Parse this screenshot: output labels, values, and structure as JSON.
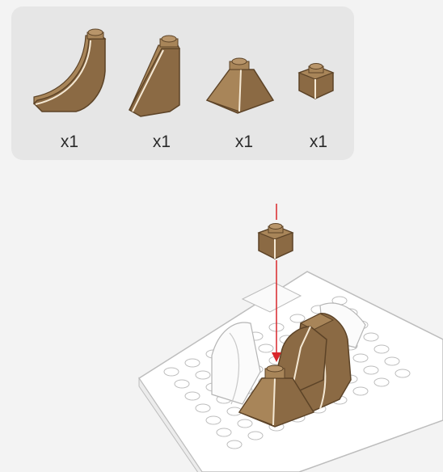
{
  "parts_list": {
    "items": [
      {
        "icon": "curved-slope-brick-icon",
        "qty": "x1"
      },
      {
        "icon": "inverted-slope-brick-icon",
        "qty": "x1"
      },
      {
        "icon": "pyramid-slope-brick-icon",
        "qty": "x1"
      },
      {
        "icon": "plain-1x1-brick-icon",
        "qty": "x1"
      }
    ]
  },
  "colors": {
    "brick_brown": "#8b6a44",
    "brick_brown_light": "#a88559",
    "brick_brown_dark": "#6a4f31",
    "panel_bg": "#e6e6e6",
    "page_bg": "#f3f3f3",
    "arrow_red": "#d9262a"
  }
}
